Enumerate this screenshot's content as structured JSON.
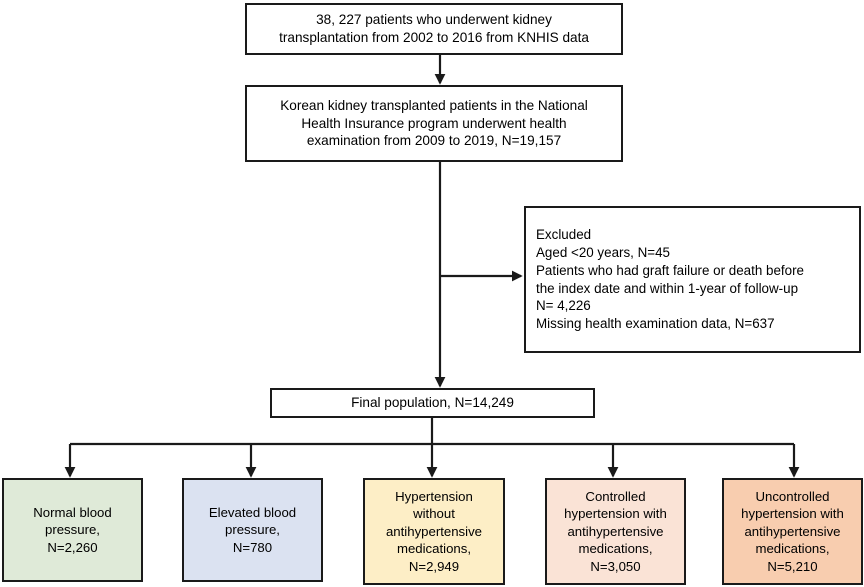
{
  "diagram": {
    "title": "Study population flow diagram",
    "type": "flowchart",
    "stroke_color": "#1a1a1a",
    "nodes": [
      {
        "id": "cohort-source",
        "text": "38, 227 patients who underwent kidney\ntransplantation from 2002 to 2016 from KNHIS data",
        "fill": "#ffffff"
      },
      {
        "id": "cohort-health",
        "text": "Korean kidney transplanted patients in the National\nHealth Insurance program underwent health\nexamination from 2009 to 2019, N=19,157",
        "fill": "#ffffff"
      },
      {
        "id": "excluded",
        "text": "Excluded\nAged <20 years, N=45\nPatients who had graft failure or death before\nthe index date and within 1-year of follow-up\nN= 4,226\nMissing health examination data, N=637",
        "fill": "#ffffff"
      },
      {
        "id": "final",
        "text": "Final population, N=14,249",
        "fill": "#ffffff"
      },
      {
        "id": "normal-bp",
        "text": "Normal blood\npressure,\nN=2,260",
        "fill": "#dfead8"
      },
      {
        "id": "elevated-bp",
        "text": "Elevated blood\npressure,\nN=780",
        "fill": "#dbe2f1"
      },
      {
        "id": "htn-no-meds",
        "text": "Hypertension\nwithout\nantihypertensive\nmedications,\nN=2,949",
        "fill": "#fdeec6"
      },
      {
        "id": "htn-controlled",
        "text": "Controlled\nhypertension with\nantihypertensive\nmedications,\nN=3,050",
        "fill": "#fae3d6"
      },
      {
        "id": "htn-uncontrolled",
        "text": "Uncontrolled\nhypertension with\nantihypertensive\nmedications,\nN=5,210",
        "fill": "#f8cdaf"
      }
    ]
  }
}
